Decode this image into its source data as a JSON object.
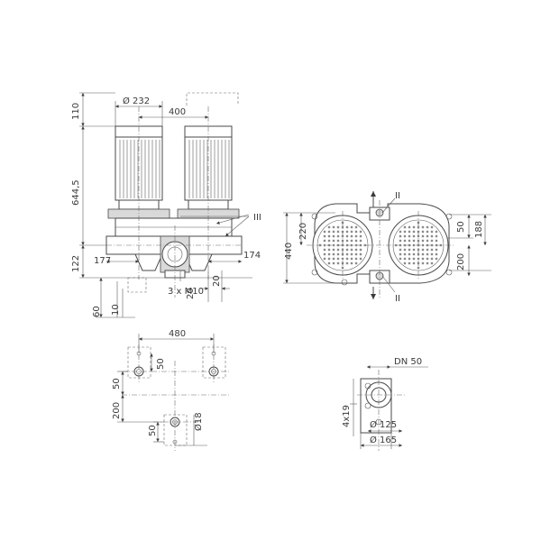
{
  "front_view": {
    "dim_diameter": "Ø 232",
    "dim_width": "400",
    "dim_top": "110",
    "dim_height": "644,5",
    "dim_base": "122",
    "dim_left_offset": "177",
    "dim_right_offset": "174",
    "dim_bolts": "3 x M10",
    "dim_foot_60": "60",
    "dim_foot_10": "10",
    "dim_foot_20a": "20",
    "dim_foot_20b": "20",
    "callout_III": "III"
  },
  "top_view": {
    "dim_440": "440",
    "dim_220": "220",
    "dim_50": "50",
    "dim_188": "188",
    "dim_200": "200",
    "callout_II_top": "II",
    "callout_II_bottom": "II"
  },
  "foot_plan": {
    "dim_480": "480",
    "dim_50_top": "50",
    "dim_50_left": "50",
    "dim_200": "200",
    "dim_50_bottom": "50",
    "dim_diameter": "Ø18"
  },
  "flange": {
    "dim_dn": "DN 50",
    "dim_holes": "4x19",
    "dim_pcd": "Ø 125",
    "dim_outer": "Ø 165"
  }
}
